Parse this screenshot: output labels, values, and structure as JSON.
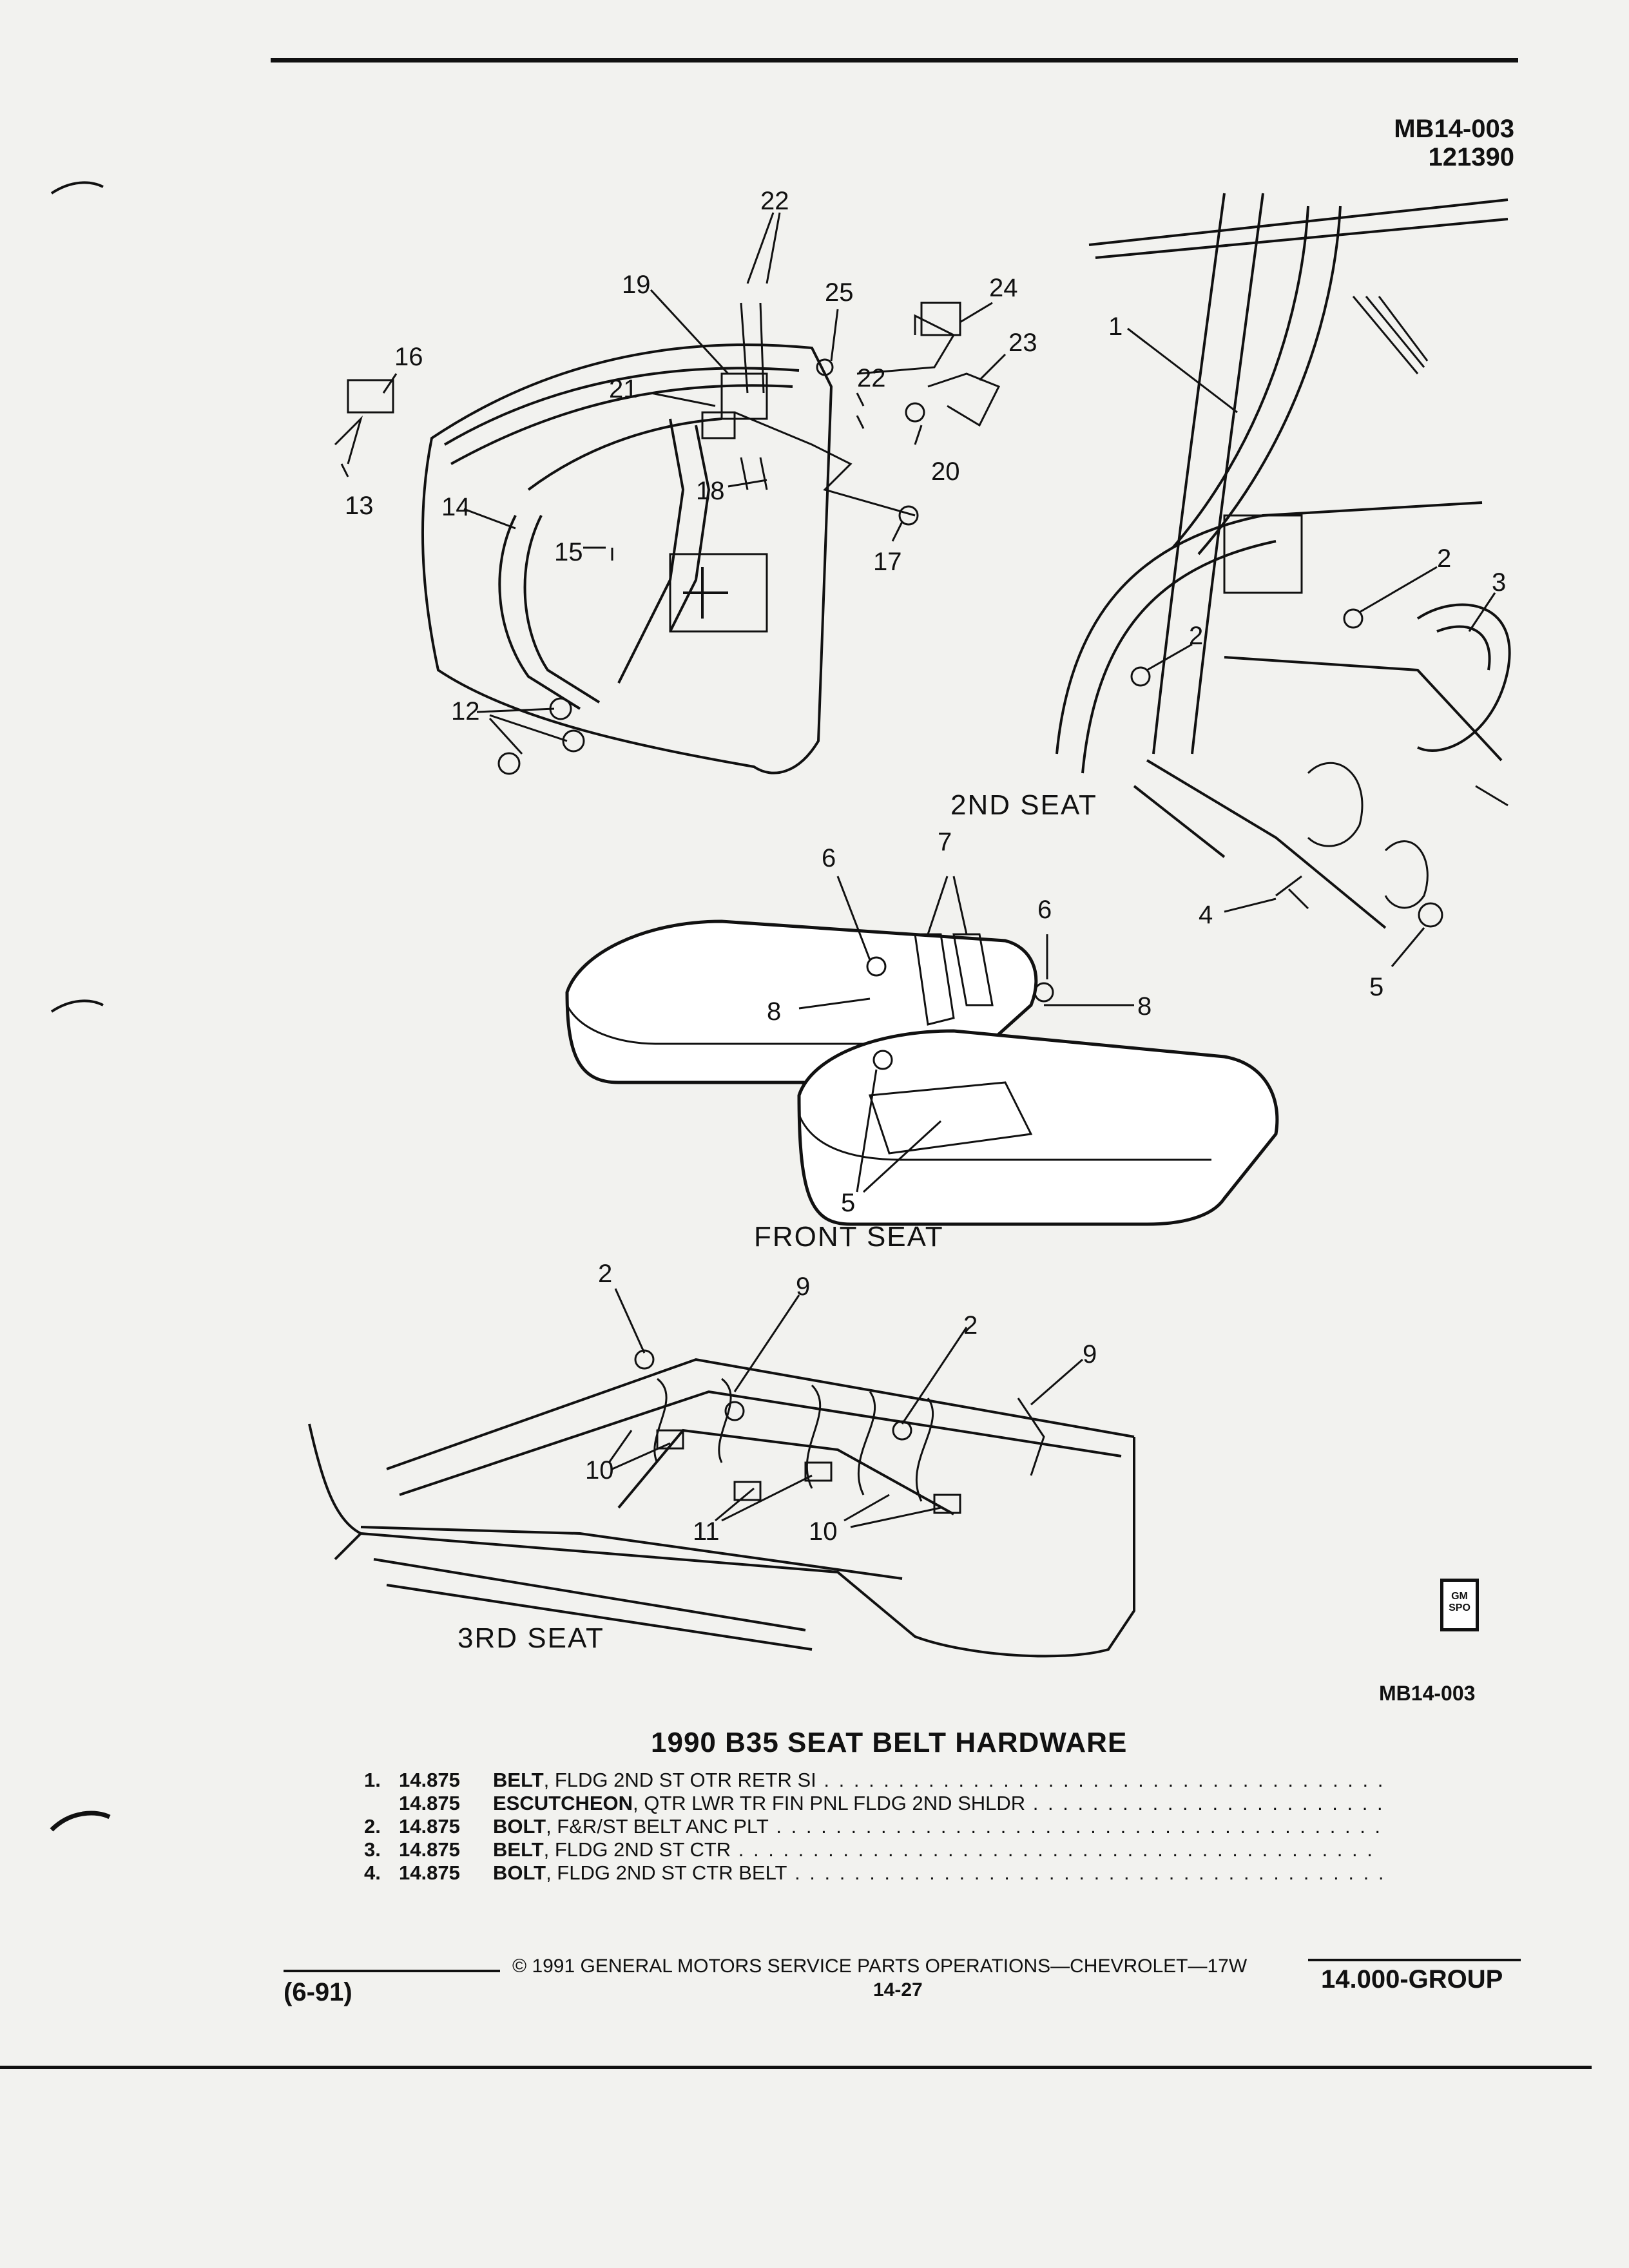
{
  "header": {
    "code_line1": "MB14-003",
    "code_line2": "121390"
  },
  "views": {
    "second_seat_label": "2ND SEAT",
    "front_seat_label": "FRONT SEAT",
    "third_seat_label": "3RD SEAT"
  },
  "callouts": [
    "22",
    "19",
    "25",
    "24",
    "16",
    "23",
    "22",
    "21",
    "20",
    "13",
    "18",
    "14",
    "15",
    "17",
    "12",
    "1",
    "2",
    "3",
    "2",
    "6",
    "7",
    "6",
    "8",
    "8",
    "4",
    "5",
    "5",
    "2",
    "9",
    "2",
    "9",
    "10",
    "11",
    "10"
  ],
  "figure_code": "MB14-003",
  "gm_logo": {
    "line1": "GM",
    "line2": "SPO"
  },
  "parts_title": "1990 B35 SEAT BELT HARDWARE",
  "parts": [
    {
      "num": "1.",
      "section": "14.875",
      "name": "BELT",
      "desc": ", FLDG 2ND ST OTR RETR SI"
    },
    {
      "num": "",
      "section": "14.875",
      "name": "ESCUTCHEON",
      "desc": ", QTR LWR TR FIN PNL FLDG 2ND SHLDR"
    },
    {
      "num": "2.",
      "section": "14.875",
      "name": "BOLT",
      "desc": ", F&R/ST BELT ANC PLT"
    },
    {
      "num": "3.",
      "section": "14.875",
      "name": "BELT",
      "desc": ", FLDG 2ND ST CTR"
    },
    {
      "num": "4.",
      "section": "14.875",
      "name": "BOLT",
      "desc": ", FLDG 2ND ST CTR BELT"
    }
  ],
  "footer": {
    "copyright": "© 1991 GENERAL MOTORS SERVICE PARTS OPERATIONS—CHEVROLET—17W",
    "date": "(6-91)",
    "page": "14-27",
    "group": "14.000-GROUP"
  }
}
